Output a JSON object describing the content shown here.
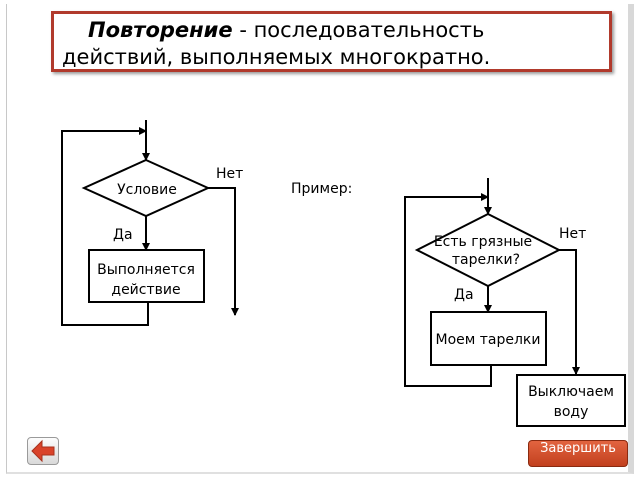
{
  "title": {
    "bold_part": "Повторение",
    "rest_part": " - последовательность",
    "second_line": "действий, выполняемых многократно."
  },
  "left_diagram": {
    "condition": "Условие",
    "no_label": "Нет",
    "yes_label": "Да",
    "action_line1": "Выполняется",
    "action_line2": "действие"
  },
  "example_label": "Пример:",
  "right_diagram": {
    "condition_line1": "Есть грязные",
    "condition_line2": "тарелки?",
    "no_label": "Нет",
    "yes_label": "Да",
    "action": "Моем тарелки",
    "exit_line1": "Выключаем",
    "exit_line2": "воду"
  },
  "finish_button": "Завершить",
  "colors": {
    "title_border": "#b13a2c",
    "finish_button": "#d4532e",
    "back_arrow": "#d9432a"
  },
  "icons": {
    "back": "left-arrow-icon"
  }
}
